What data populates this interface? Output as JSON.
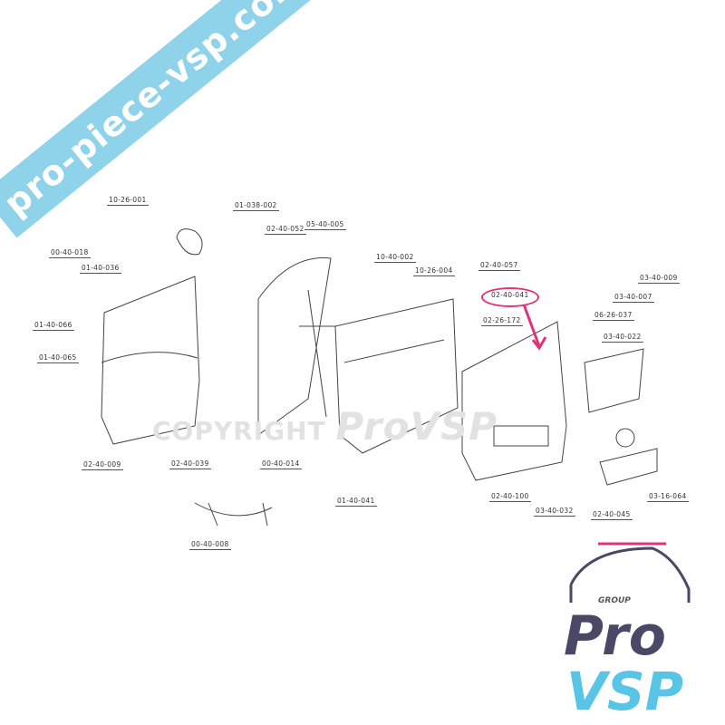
{
  "watermark": "pro-piece-vsp.com",
  "copyright": {
    "text": "COPYRIGHT",
    "brand": "ProVSP"
  },
  "highlight_color": "#e0337a",
  "labels": [
    "10-26-001",
    "01-038-002",
    "02-40-052",
    "05-40-005",
    "10-40-002",
    "10-26-004",
    "02-40-057",
    "02-40-041",
    "02-26-172",
    "06-26-037",
    "03-40-009",
    "03-40-007",
    "03-40-022",
    "00-40-018",
    "01-40-036",
    "01-40-066",
    "01-40-065",
    "02-40-009",
    "02-40-039",
    "00-40-014",
    "01-40-041",
    "02-40-100",
    "03-40-032",
    "02-40-045",
    "03-16-064",
    "00-40-008"
  ],
  "logo": {
    "group": "GROUP",
    "pro": "Pro",
    "vsp": "VSP"
  }
}
